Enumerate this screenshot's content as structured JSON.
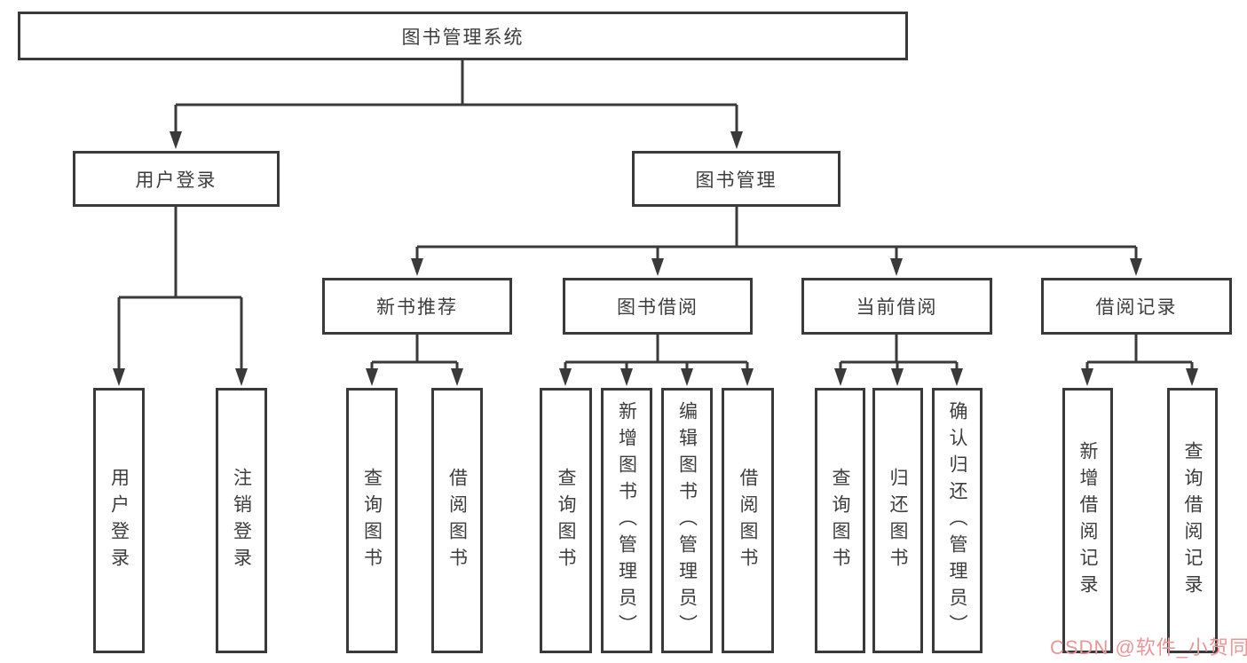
{
  "diagram": {
    "root": {
      "label": "图书管理系统"
    },
    "branches": [
      {
        "label": "用户登录",
        "children": [
          {
            "label": "用户登录"
          },
          {
            "label": "注销登录"
          }
        ]
      },
      {
        "label": "图书管理",
        "children": [
          {
            "label": "新书推荐",
            "children": [
              {
                "label": "查询图书"
              },
              {
                "label": "借阅图书"
              }
            ]
          },
          {
            "label": "图书借阅",
            "children": [
              {
                "label": "查询图书"
              },
              {
                "label": "新增图书（管理员）"
              },
              {
                "label": "编辑图书（管理员）"
              },
              {
                "label": "借阅图书"
              }
            ]
          },
          {
            "label": "当前借阅",
            "children": [
              {
                "label": "查询图书"
              },
              {
                "label": "归还图书"
              },
              {
                "label": "确认归还（管理员）"
              }
            ]
          },
          {
            "label": "借阅记录",
            "children": [
              {
                "label": "新增借阅记录"
              },
              {
                "label": "查询借阅记录"
              }
            ]
          }
        ]
      }
    ]
  },
  "watermark": {
    "text": "CSDN @软件_小贺同学",
    "color": "#ea9696"
  },
  "colors": {
    "line": "#3a3a3a",
    "text": "#3d3d3d",
    "background": "#ffffff"
  }
}
